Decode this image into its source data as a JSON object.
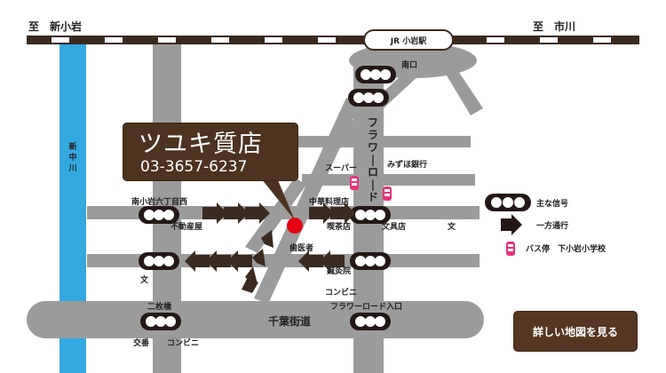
{
  "rail": {
    "left_destination": "至　新小岩",
    "right_destination": "至　市川",
    "station": "JR 小岩駅"
  },
  "store": {
    "name": "ツユキ質店",
    "phone": "03-3657-6237"
  },
  "labels": {
    "minamiguchi": "南口",
    "shinnakagawa": "新中川",
    "flower_road": "フラワーロード",
    "super": "スーパー",
    "mizuho": "みずほ銀行",
    "minamikoiwa6": "南小岩六丁目西",
    "fudosanya": "不動産屋",
    "chuka": "中華料理店",
    "kissaten": "喫茶店",
    "bunguten": "文具店",
    "bun1": "文",
    "shikaisha": "歯医者",
    "shinkyuin": "鍼灸院",
    "bun2": "文",
    "conveni1": "コンビニ",
    "flower_road_entrance": "フラワーロード入口",
    "nimaibashi": "二枚橋",
    "chiba_kaido": "千葉街道",
    "koban": "交番",
    "conveni2": "コンビニ"
  },
  "legend": {
    "signal": "主な信号",
    "oneway": "一方通行",
    "bus_stop": "バス停　下小岩小学校"
  },
  "button": {
    "label": "詳しい地図を見る"
  },
  "colors": {
    "road": "#9b9b9b",
    "river": "#33a9e0",
    "rail_dark": "#3b2a1f",
    "store_bg": "#4d3320",
    "marker": "#e60012",
    "bus": "#e5347c"
  }
}
